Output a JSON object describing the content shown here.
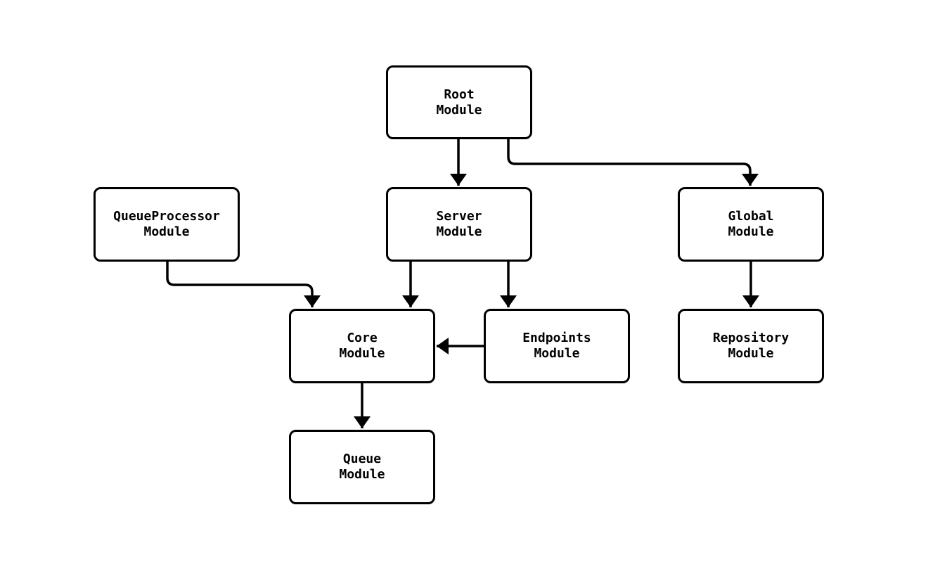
{
  "diagram": {
    "type": "module-dependency-flowchart",
    "background_color": "#ffffff",
    "stroke_color": "#000000",
    "node_fill_color": "#ffffff",
    "text_color": "#000000",
    "nodes": {
      "root": {
        "label": "Root\nModule"
      },
      "server": {
        "label": "Server\nModule"
      },
      "global": {
        "label": "Global\nModule"
      },
      "queueprocessor": {
        "label": "QueueProcessor\nModule"
      },
      "core": {
        "label": "Core\nModule"
      },
      "endpoints": {
        "label": "Endpoints\nModule"
      },
      "repository": {
        "label": "Repository\nModule"
      },
      "queue": {
        "label": "Queue\nModule"
      }
    },
    "edges": [
      {
        "from": "Root Module",
        "to": "Server Module",
        "style": "arrow"
      },
      {
        "from": "Root Module",
        "to": "Global Module",
        "style": "arrow"
      },
      {
        "from": "QueueProcessor Module",
        "to": "Core Module",
        "style": "arrow"
      },
      {
        "from": "Server Module",
        "to": "Core Module",
        "style": "arrow"
      },
      {
        "from": "Server Module",
        "to": "Endpoints Module",
        "style": "arrow"
      },
      {
        "from": "Endpoints Module",
        "to": "Core Module",
        "style": "arrow"
      },
      {
        "from": "Global Module",
        "to": "Repository Module",
        "style": "arrow"
      },
      {
        "from": "Core Module",
        "to": "Queue Module",
        "style": "arrow"
      }
    ]
  }
}
